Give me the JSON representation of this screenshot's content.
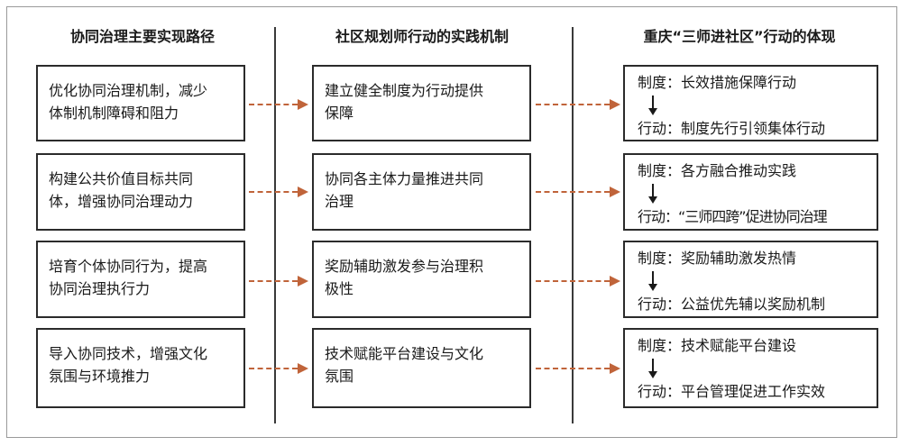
{
  "headers": {
    "col1": "协同治理主要实现路径",
    "col2": "社区规划师行动的实践机制",
    "col3": "重庆“三师进社区”行动的体现"
  },
  "paths": [
    {
      "line1": "优化协同治理机制，减少",
      "line2": "体制机制障碍和阻力"
    },
    {
      "line1": "构建公共价值目标共同",
      "line2": "体，增强协同治理动力"
    },
    {
      "line1": "培育个体协同行为，提高",
      "line2": "协同治理执行力"
    },
    {
      "line1": "导入协同技术，增强文化",
      "line2": "氛围与环境推力"
    }
  ],
  "mechanisms": [
    {
      "line1": "建立健全制度为行动提供",
      "line2": "保障"
    },
    {
      "line1": "协同各主体力量推进共同",
      "line2": "治理"
    },
    {
      "line1": "奖励辅助激发参与治理积",
      "line2": "极性"
    },
    {
      "line1": "技术赋能平台建设与文化",
      "line2": "氛围"
    }
  ],
  "practices": [
    {
      "system": "制度：长效措施保障行动",
      "action": "行动：制度先行引领集体行动"
    },
    {
      "system": "制度：各方融合推动实践",
      "action": "行动：“三师四跨”促进协同治理"
    },
    {
      "system": "制度：奖励辅助激发热情",
      "action": "行动：公益优先辅以奖励机制"
    },
    {
      "system": "制度：技术赋能平台建设",
      "action": "行动：平台管理促进工作实效"
    }
  ]
}
